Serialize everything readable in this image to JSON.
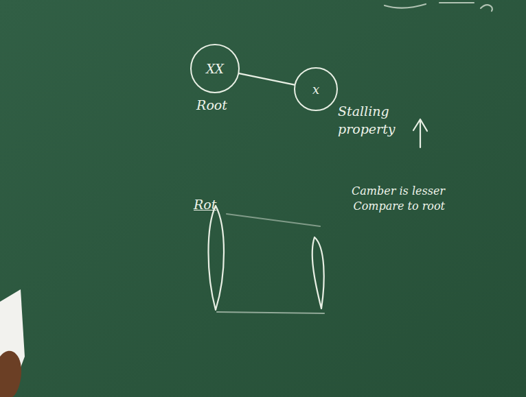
{
  "diagram": {
    "nodes": [
      {
        "text": [
          "XX",
          "Root"
        ]
      },
      {
        "text": [
          "x"
        ]
      }
    ],
    "edges": [
      {
        "from": 0,
        "to": 1,
        "arrow": "none"
      }
    ],
    "labels": [
      "Stalling property",
      "Rot",
      "Camber is lesser Compare to root"
    ]
  }
}
